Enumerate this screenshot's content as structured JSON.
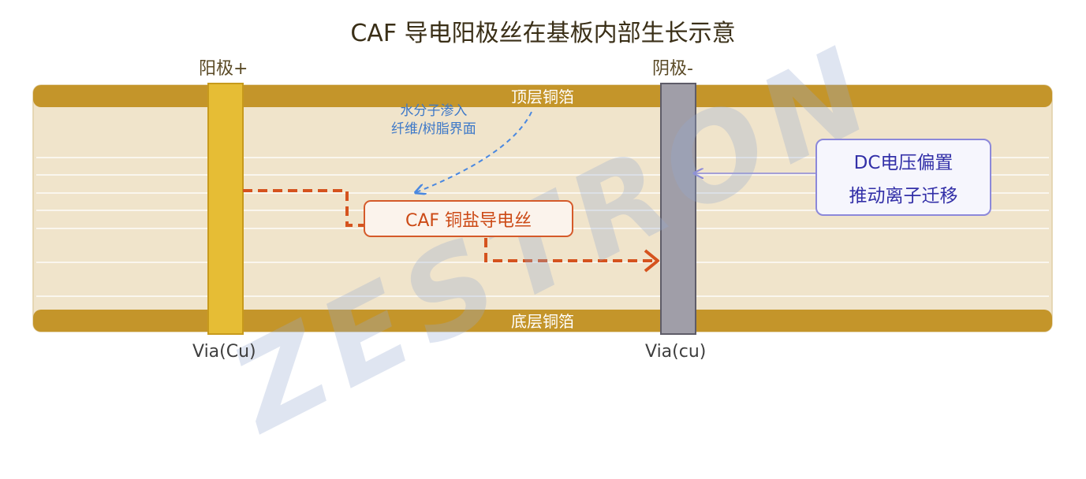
{
  "title": "CAF 导电阳极丝在基板内部生长示意",
  "anode_label": "阳极+",
  "cathode_label": "阴极-",
  "top_foil_label": "顶层铜箔",
  "bottom_foil_label": "底层铜箔",
  "anode_via_label": "Via(Cu)",
  "cathode_via_label": "Via(cu)",
  "water_ingress_lines": [
    "水分子渗入",
    "纤维/树脂界面"
  ],
  "caf_label": "CAF 铜盐导电丝",
  "dc_bias_lines": [
    "DC电压偏置",
    "推动离子迁移"
  ],
  "watermark": "ZESTRON",
  "colors": {
    "substrate": "#f0e4cb",
    "copper_foil": "#c4952a",
    "anode_via": "#e6bd35",
    "cathode_via": "#a09ea8",
    "caf_path": "#d5531e",
    "water_arrow": "#4a88e0",
    "dc_box_border": "#8c88da",
    "dc_text": "#3330a8"
  }
}
